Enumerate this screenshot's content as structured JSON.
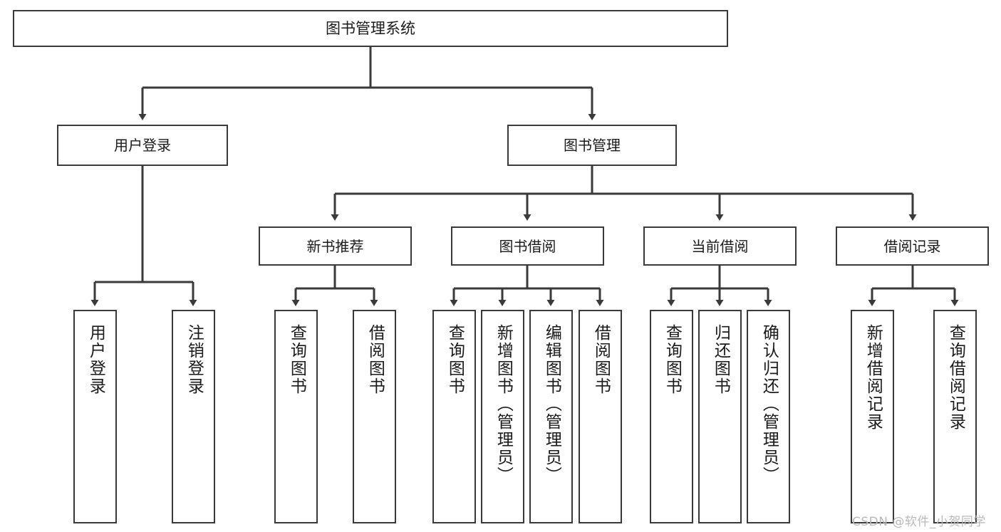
{
  "diagram": {
    "title": "图书管理系统",
    "type": "tree-hierarchy-chart",
    "watermark": "CSDN @软件_小贺同学",
    "colors": {
      "background": "#ffffff",
      "box_border": "#3a3a3a",
      "box_fill": "#ffffff",
      "connector": "#3a3a3a",
      "text": "#1a1a1a",
      "watermark": "#b9b9b9"
    },
    "root": {
      "label": "图书管理系统"
    },
    "level2": [
      {
        "label": "用户登录"
      },
      {
        "label": "图书管理"
      }
    ],
    "level3": [
      {
        "label": "新书推荐"
      },
      {
        "label": "图书借阅"
      },
      {
        "label": "当前借阅"
      },
      {
        "label": "借阅记录"
      }
    ],
    "leaves": {
      "user_login": [
        {
          "label": "用户登录"
        },
        {
          "label": "注销登录"
        }
      ],
      "new_book_recommend": [
        {
          "label": "查询图书"
        },
        {
          "label": "借阅图书"
        }
      ],
      "book_borrow": [
        {
          "label": "查询图书"
        },
        {
          "label": "新增图书（管理员）"
        },
        {
          "label": "编辑图书（管理员）"
        },
        {
          "label": "借阅图书"
        }
      ],
      "current_borrow": [
        {
          "label": "查询图书"
        },
        {
          "label": "归还图书"
        },
        {
          "label": "确认归还（管理员）"
        }
      ],
      "borrow_record": [
        {
          "label": "新增借阅记录"
        },
        {
          "label": "查询借阅记录"
        }
      ]
    }
  }
}
